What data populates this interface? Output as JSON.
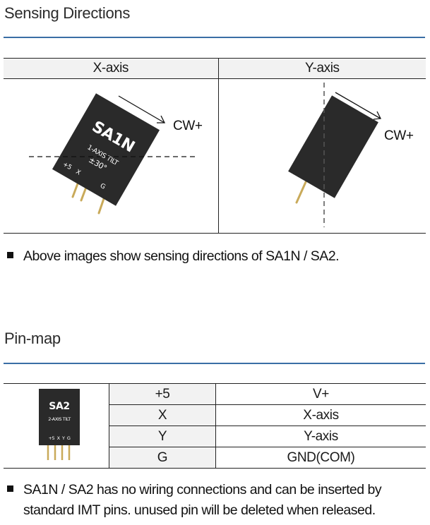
{
  "sections": {
    "sensing": {
      "title": "Sensing Directions",
      "columns": [
        "X-axis",
        "Y-axis"
      ],
      "x_axis_image": {
        "part_label": "SA1N",
        "subtitle": "1-AXIS TILT",
        "range": "±30°",
        "pins": [
          "+5",
          "X",
          "G"
        ],
        "direction_label": "CW+"
      },
      "y_axis_image": {
        "direction_label": "CW+"
      },
      "note": "Above images show sensing directions of SA1N / SA2."
    },
    "pinmap": {
      "title": "Pin-map",
      "image": {
        "part_label": "SA2",
        "subtitle": "2-AXIS TILT",
        "pins": "+5  X  Y  G"
      },
      "rows": [
        {
          "pin": "+5",
          "function": "V+"
        },
        {
          "pin": "X",
          "function": "X-axis"
        },
        {
          "pin": "Y",
          "function": "Y-axis"
        },
        {
          "pin": "G",
          "function": "GND(COM)"
        }
      ],
      "note_line1": "SA1N / SA2 has no wiring connections and can be inserted by",
      "note_line2": "standard IMT pins. unused pin will be deleted when released."
    }
  },
  "colors": {
    "rule": "#3a6ea5",
    "header_bg": "#f2f2f2",
    "chip_body": "#2a2a2a",
    "pin_gold": "#c9aa5a"
  }
}
